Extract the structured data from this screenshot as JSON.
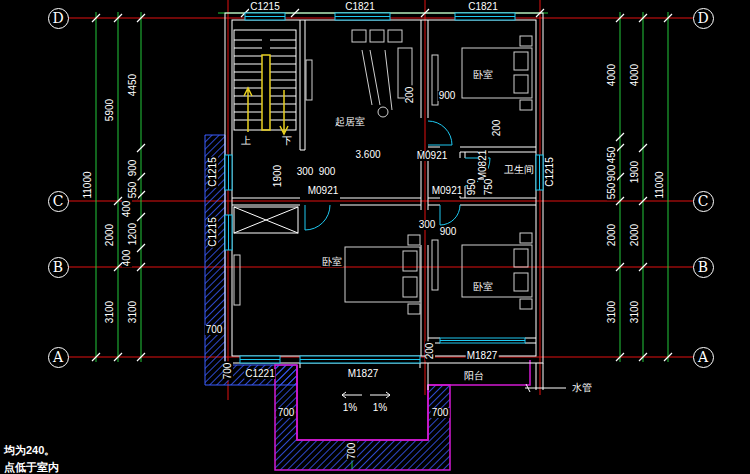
{
  "diagram": {
    "nodes": [
      {
        "text": [
          "D"
        ]
      },
      {
        "text": [
          "D"
        ]
      },
      {
        "text": [
          "C"
        ]
      },
      {
        "text": [
          "C"
        ]
      },
      {
        "text": [
          "B"
        ]
      },
      {
        "text": [
          "B"
        ]
      },
      {
        "text": [
          "A"
        ]
      },
      {
        "text": [
          "A"
        ]
      }
    ],
    "labels": [
      "C1215",
      "C1821",
      "C1821",
      "5900",
      "4450",
      "11000",
      "550",
      "900",
      "400",
      "1200",
      "400",
      "2000",
      "3100",
      "3100",
      "4000",
      "4000",
      "550",
      "900",
      "450",
      "1900",
      "11000",
      "2000",
      "2000",
      "3100",
      "3100",
      "上",
      "下",
      "1900",
      "3.600",
      "300",
      "900",
      "M0921",
      "起居室",
      "卧室",
      "200",
      "900",
      "200",
      "M0921",
      "M0821",
      "750",
      "950",
      "卫生间",
      "C1215",
      "M0921",
      "C1215",
      "C1215",
      "300",
      "900",
      "卧室",
      "卧室",
      "700",
      "700",
      "C1221",
      "M1827",
      "200",
      "M1827",
      "阳台",
      "水管",
      "1%",
      "1%",
      "700",
      "700",
      "700",
      "均为240。",
      "点低于室内"
    ]
  }
}
